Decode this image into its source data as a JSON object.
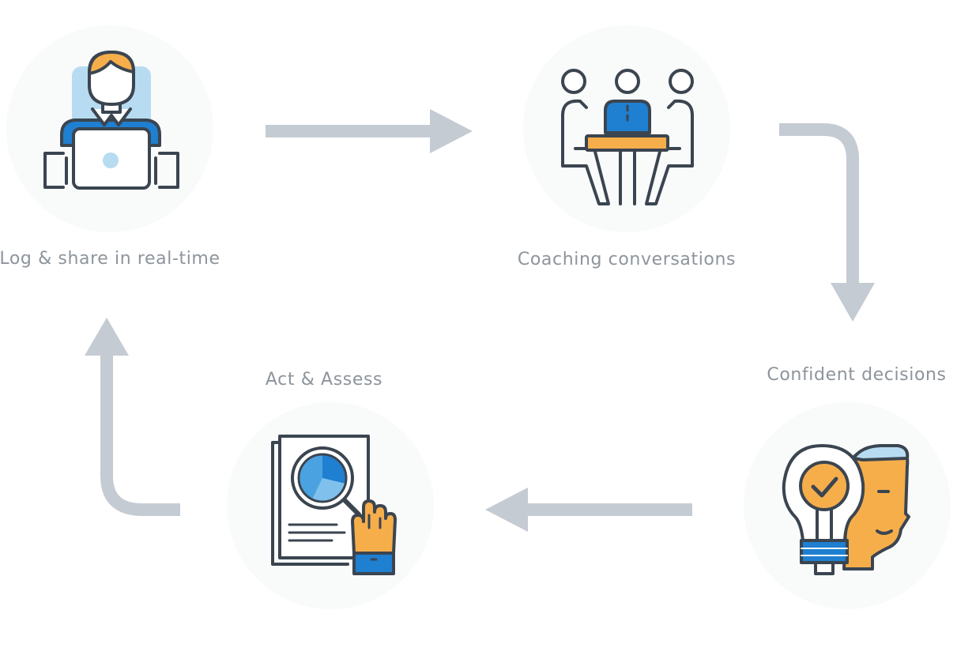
{
  "steps": [
    {
      "label": "Log & share in real-time",
      "icon": "person-laptop-icon"
    },
    {
      "label": "Coaching conversations",
      "icon": "meeting-table-icon"
    },
    {
      "label": "Confident decisions",
      "icon": "lightbulb-head-icon"
    },
    {
      "label": "Act & Assess",
      "icon": "report-magnifier-icon"
    }
  ],
  "colors": {
    "arrow": "#c5cbd3",
    "circle": "#f4f5f6",
    "outline": "#3b4550",
    "blue": "#1f7fd0",
    "light_blue": "#b7dcf1",
    "orange": "#f6ae4b",
    "label": "#8d949c"
  }
}
